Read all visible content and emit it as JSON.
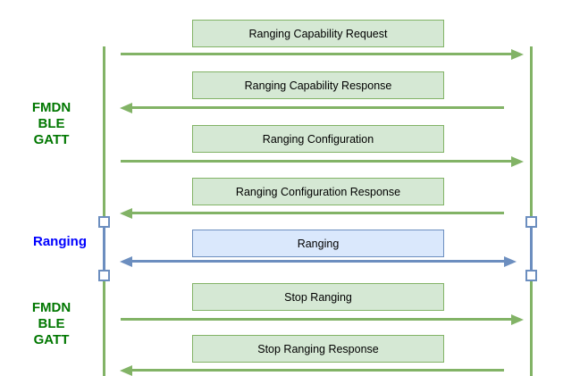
{
  "colors": {
    "green_fill": "#d5e8d4",
    "green_stroke": "#82b366",
    "blue_fill": "#dae8fc",
    "blue_stroke": "#6c8ebf",
    "text_green": "#007700",
    "text_blue": "#0000ff"
  },
  "side_labels": [
    {
      "lines": [
        "FMDN",
        "BLE",
        "GATT"
      ]
    },
    {
      "lines": [
        "Ranging"
      ]
    },
    {
      "lines": [
        "FMDN",
        "BLE",
        "GATT"
      ]
    }
  ],
  "messages": [
    {
      "label": "Ranging Capability Request",
      "direction": "right",
      "theme": "green"
    },
    {
      "label": "Ranging Capability Response",
      "direction": "left",
      "theme": "green"
    },
    {
      "label": "Ranging Configuration",
      "direction": "right",
      "theme": "green"
    },
    {
      "label": "Ranging Configuration Response",
      "direction": "left",
      "theme": "green"
    },
    {
      "label": "Ranging",
      "direction": "both",
      "theme": "blue"
    },
    {
      "label": "Stop Ranging",
      "direction": "right",
      "theme": "green"
    },
    {
      "label": "Stop Ranging Response",
      "direction": "left",
      "theme": "green"
    }
  ]
}
